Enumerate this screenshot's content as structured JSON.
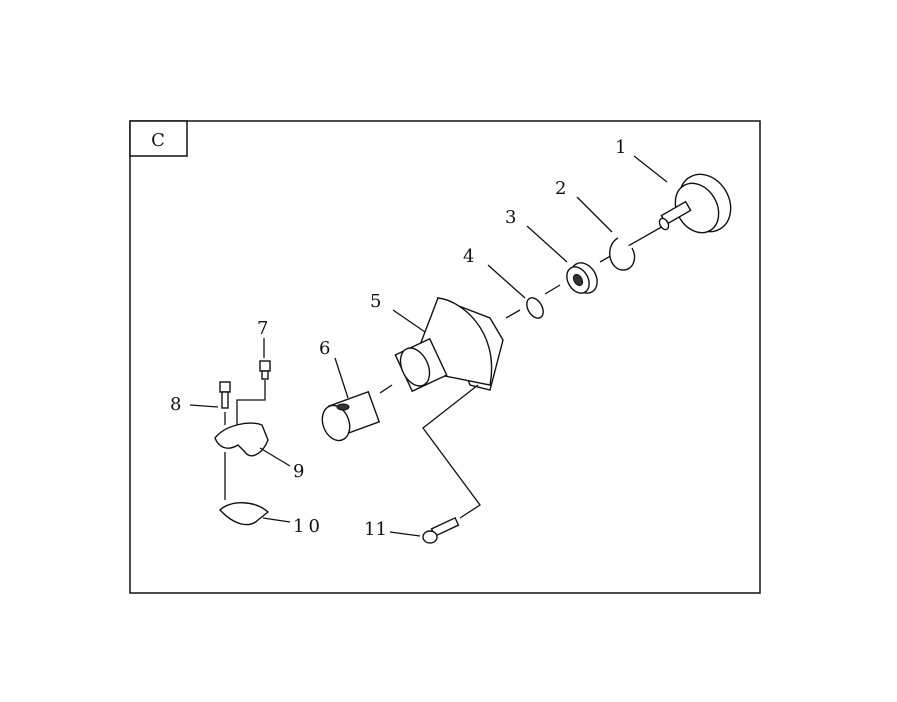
{
  "section_label": "C",
  "callouts": [
    "1",
    "2",
    "3",
    "4",
    "5",
    "6",
    "7",
    "8",
    "9",
    "10",
    "11"
  ]
}
